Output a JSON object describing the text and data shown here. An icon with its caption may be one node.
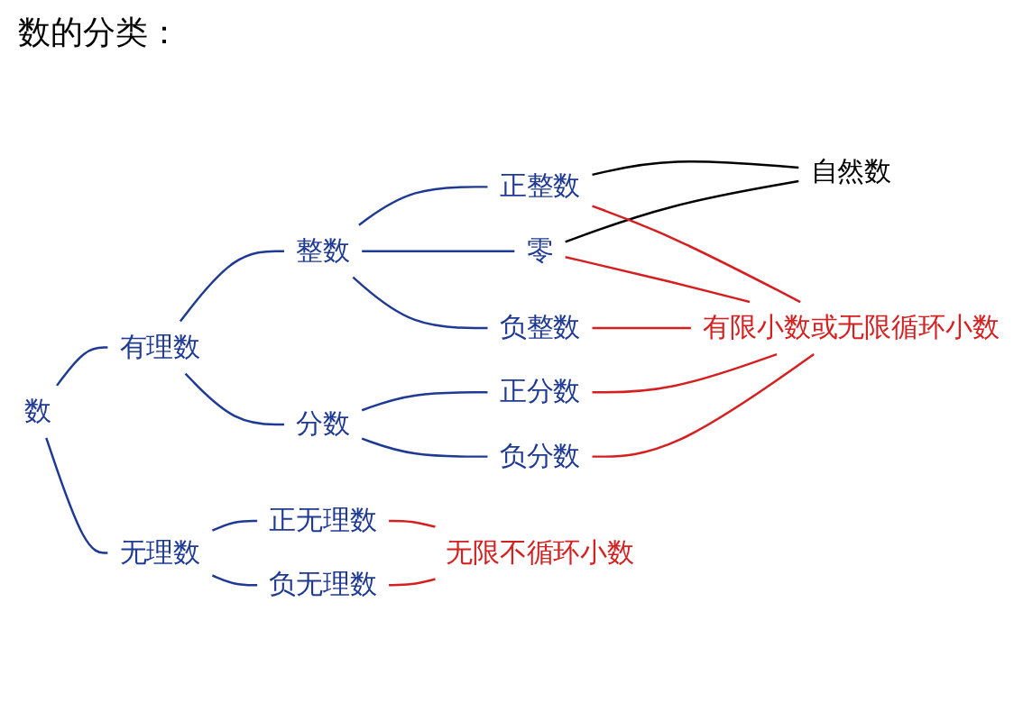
{
  "diagram": {
    "title": "数的分类：",
    "nodes": [
      {
        "text": [
          "数"
        ]
      },
      {
        "text": [
          "有理数"
        ]
      },
      {
        "text": [
          "无理数"
        ]
      },
      {
        "text": [
          "整数"
        ]
      },
      {
        "text": [
          "分数"
        ]
      },
      {
        "text": [
          "正整数"
        ]
      },
      {
        "text": [
          "零"
        ]
      },
      {
        "text": [
          "负整数"
        ]
      },
      {
        "text": [
          "正分数"
        ]
      },
      {
        "text": [
          "负分数"
        ]
      },
      {
        "text": [
          "正无理数"
        ]
      },
      {
        "text": [
          "负无理数"
        ]
      },
      {
        "text": [
          "自然数"
        ]
      },
      {
        "text": [
          "有限小数或无限循环小数"
        ]
      },
      {
        "text": [
          "无限不循环小数"
        ]
      }
    ],
    "edges": [
      {
        "from": 0,
        "to": 1,
        "arrow": "none"
      },
      {
        "from": 0,
        "to": 2,
        "arrow": "none"
      },
      {
        "from": 1,
        "to": 3,
        "arrow": "none"
      },
      {
        "from": 1,
        "to": 4,
        "arrow": "none"
      },
      {
        "from": 3,
        "to": 5,
        "arrow": "none"
      },
      {
        "from": 3,
        "to": 6,
        "arrow": "none"
      },
      {
        "from": 3,
        "to": 7,
        "arrow": "none"
      },
      {
        "from": 4,
        "to": 8,
        "arrow": "none"
      },
      {
        "from": 4,
        "to": 9,
        "arrow": "none"
      },
      {
        "from": 2,
        "to": 10,
        "arrow": "none"
      },
      {
        "from": 2,
        "to": 11,
        "arrow": "none"
      },
      {
        "from": 5,
        "to": 12,
        "arrow": "none",
        "color": "#000000"
      },
      {
        "from": 6,
        "to": 12,
        "arrow": "none",
        "color": "#000000"
      },
      {
        "from": 5,
        "to": 13,
        "arrow": "none",
        "color": "#d42020"
      },
      {
        "from": 6,
        "to": 13,
        "arrow": "none",
        "color": "#d42020"
      },
      {
        "from": 7,
        "to": 13,
        "arrow": "none",
        "color": "#d42020"
      },
      {
        "from": 8,
        "to": 13,
        "arrow": "none",
        "color": "#d42020"
      },
      {
        "from": 9,
        "to": 13,
        "arrow": "none",
        "color": "#d42020"
      },
      {
        "from": 10,
        "to": 14,
        "arrow": "none",
        "color": "#d42020"
      },
      {
        "from": 11,
        "to": 14,
        "arrow": "none",
        "color": "#d42020"
      }
    ]
  }
}
